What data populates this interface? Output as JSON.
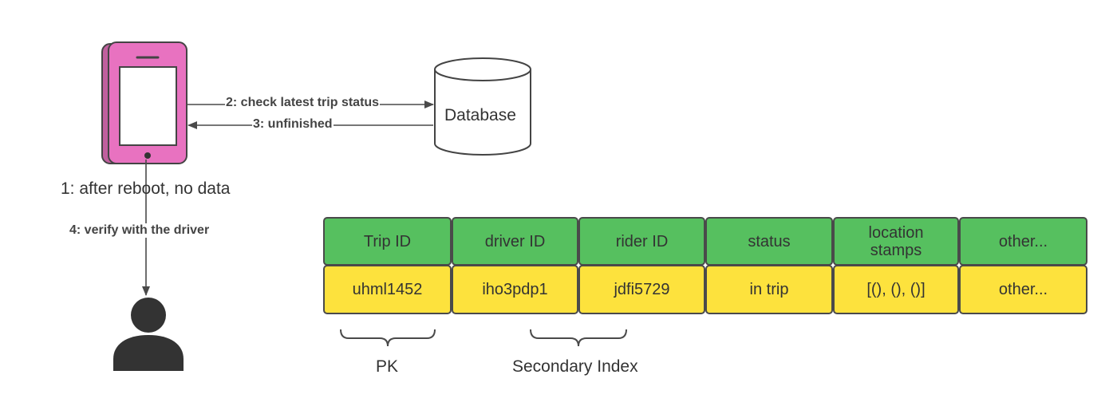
{
  "colors": {
    "phone": "#e872c0",
    "phone_back": "#c0609e",
    "header_cell": "#56c05f",
    "value_cell": "#fde23d",
    "stroke": "#4a4a4a",
    "user": "#333333"
  },
  "nodes": {
    "phone": {
      "icon": "mobile-phone-icon",
      "caption": "1: after reboot, no data"
    },
    "database": {
      "icon": "cylinder-database-icon",
      "label": "Database"
    },
    "driver": {
      "icon": "user-person-icon"
    }
  },
  "edges": {
    "check_status": "2: check latest trip status",
    "unfinished": "3: unfinished",
    "verify": "4: verify with the driver"
  },
  "table": {
    "headers": [
      "Trip ID",
      "driver ID",
      "rider ID",
      "status",
      "location stamps",
      "other..."
    ],
    "row": [
      "uhml1452",
      "iho3pdp1",
      "jdfi5729",
      "in trip",
      "[(), (), ()]",
      "other..."
    ]
  },
  "annotations": {
    "pk": "PK",
    "secondary_index": "Secondary Index"
  }
}
